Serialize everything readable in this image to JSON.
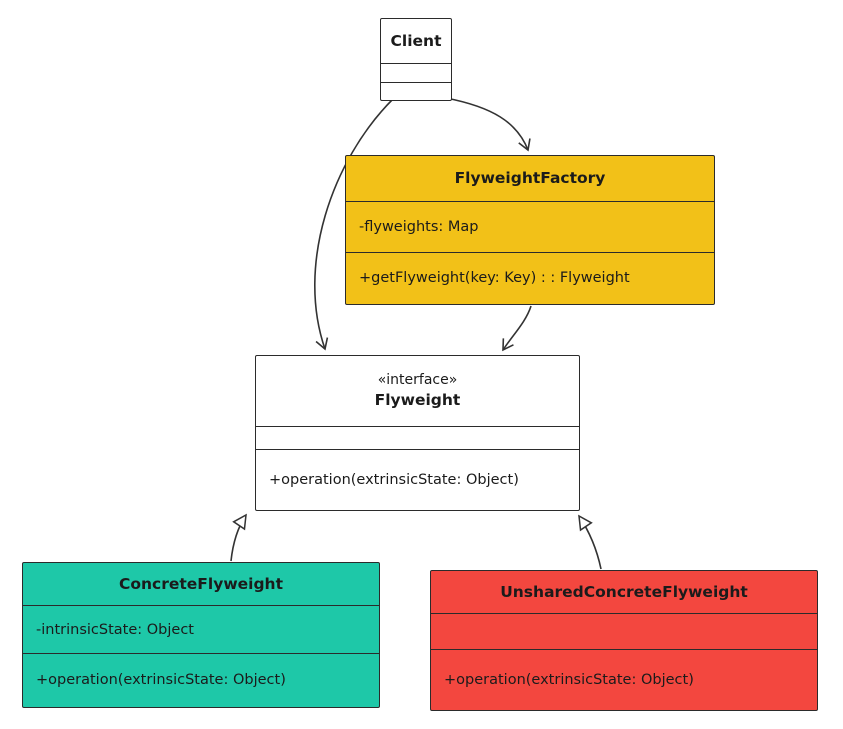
{
  "colors": {
    "factory_fill": "#F2C118",
    "concrete_fill": "#1EC8A8",
    "unshared_fill": "#F3473F",
    "edge": "#333333",
    "background": "#ffffff"
  },
  "classes": {
    "client": {
      "name": "Client"
    },
    "flyweight_factory": {
      "name": "FlyweightFactory",
      "attributes": [
        "-flyweights: Map"
      ],
      "methods": [
        "+getFlyweight(key: Key) : : Flyweight"
      ]
    },
    "flyweight": {
      "stereotype": "«interface»",
      "name": "Flyweight",
      "attributes": [],
      "methods": [
        "+operation(extrinsicState: Object)"
      ]
    },
    "concrete_flyweight": {
      "name": "ConcreteFlyweight",
      "attributes": [
        "-intrinsicState: Object"
      ],
      "methods": [
        "+operation(extrinsicState: Object)"
      ]
    },
    "unshared_concrete_flyweight": {
      "name": "UnsharedConcreteFlyweight",
      "attributes": [],
      "methods": [
        "+operation(extrinsicState: Object)"
      ]
    }
  },
  "relationships": [
    {
      "from": "Client",
      "to": "FlyweightFactory",
      "type": "directed-association"
    },
    {
      "from": "Client",
      "to": "Flyweight",
      "type": "directed-association"
    },
    {
      "from": "FlyweightFactory",
      "to": "Flyweight",
      "type": "directed-association"
    },
    {
      "from": "ConcreteFlyweight",
      "to": "Flyweight",
      "type": "realization"
    },
    {
      "from": "UnsharedConcreteFlyweight",
      "to": "Flyweight",
      "type": "realization"
    }
  ]
}
